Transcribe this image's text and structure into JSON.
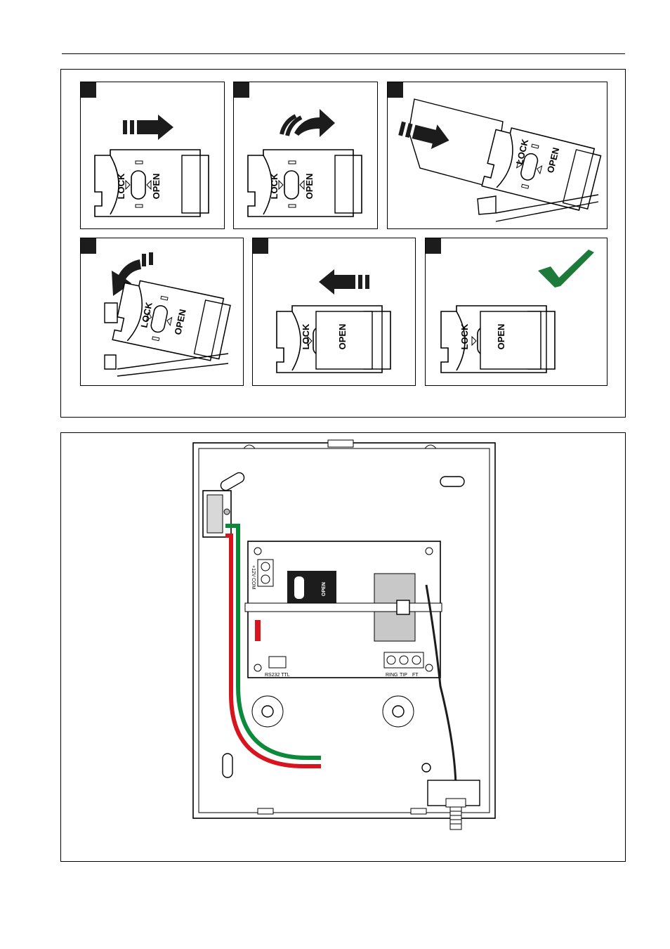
{
  "holder": {
    "lock_label": "LOCK",
    "open_label": "OPEN"
  },
  "steps": [
    {
      "icon": "arrow-right-icon"
    },
    {
      "icon": "curved-arrow-right-icon"
    },
    {
      "icon": "arrow-right-icon"
    },
    {
      "icon": "curved-arrow-down-left-icon"
    },
    {
      "icon": "arrow-left-icon"
    },
    {
      "icon": "checkmark-icon"
    }
  ],
  "board": {
    "terminal_12v": "+12V",
    "terminal_com": "COM",
    "rs232_label": "RS232 TTL",
    "ring_label": "RING",
    "tip_label": "TIP",
    "ft_label": "FT"
  },
  "colors": {
    "check_green": "#1e7a3a",
    "wire_green": "#0a8a3a",
    "wire_red": "#d8141e",
    "step_badge": "#1c1c1c"
  }
}
